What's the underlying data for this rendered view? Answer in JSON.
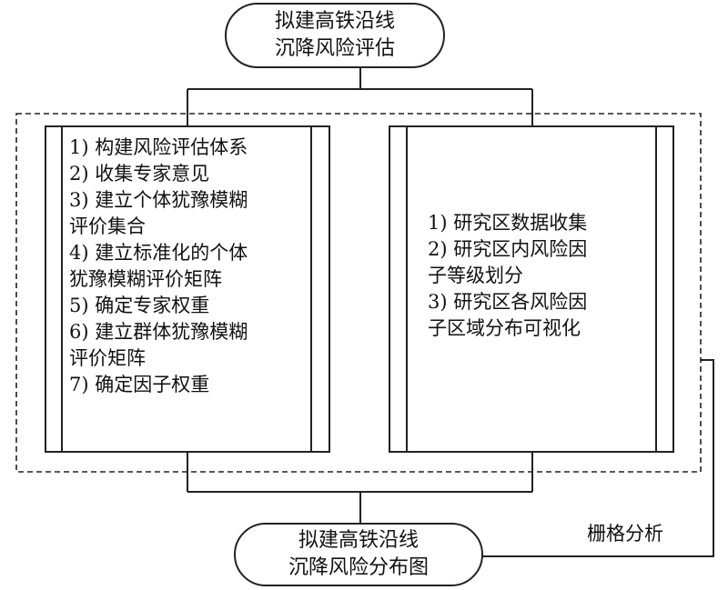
{
  "top_node": {
    "lines": [
      "拟建高铁沿线",
      "沉降风险评估"
    ]
  },
  "left_box": {
    "lines": [
      "1) 构建风险评估体系",
      "2) 收集专家意见",
      "3) 建立个体犹豫模糊",
      "评价集合",
      "4) 建立标准化的个体",
      "犹豫模糊评价矩阵",
      "5) 确定专家权重",
      "6) 建立群体犹豫模糊",
      "评价矩阵",
      "7) 确定因子权重"
    ]
  },
  "right_box": {
    "lines": [
      "1) 研究区数据收集",
      "2) 研究区内风险因",
      "子等级划分",
      "3) 研究区各风险因",
      "子区域分布可视化"
    ]
  },
  "bottom_node": {
    "lines": [
      "拟建高铁沿线",
      "沉降风险分布图"
    ]
  },
  "side_label": "栅格分析"
}
